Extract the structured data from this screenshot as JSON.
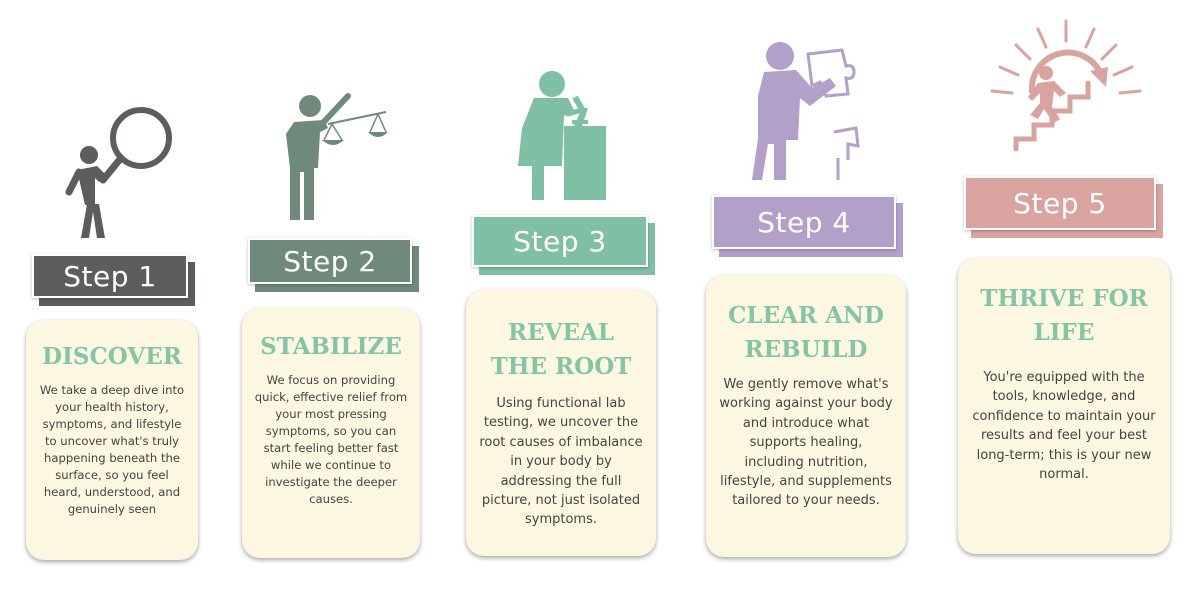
{
  "colors": {
    "card_bg": "#fbf7e1",
    "heading": "#86c4a8",
    "body_text": "#444444",
    "step1": "#5f5c60",
    "step2": "#6f8a7a",
    "step3": "#7fbfa4",
    "step4": "#b3a0c9",
    "step5": "#d9a39f"
  },
  "steps": [
    {
      "label": "Step 1",
      "title": "DISCOVER",
      "description": "We take a deep dive into your health history, symptoms, and lifestyle to uncover what's truly happening beneath the surface, so you feel heard, understood, and genuinely seen",
      "icon": "magnifying-glass-person-icon"
    },
    {
      "label": "Step 2",
      "title": "STABILIZE",
      "description": "We focus on providing quick, effective relief from your most pressing symptoms, so you can start feeling better fast while we continue to investigate the deeper causes.",
      "icon": "balance-scale-person-icon"
    },
    {
      "label": "Step 3",
      "title": "REVEAL THE ROOT",
      "description": "Using functional lab testing, we uncover the root causes of imbalance in your body by addressing the full picture, not just isolated symptoms.",
      "icon": "microscope-scientist-icon"
    },
    {
      "label": "Step 4",
      "title": "CLEAR AND REBUILD",
      "description": "We gently remove what's working against your body and introduce what supports healing, including nutrition, lifestyle, and supplements tailored to your needs.",
      "icon": "puzzle-person-icon"
    },
    {
      "label": "Step 5",
      "title": "THRIVE FOR LIFE",
      "description": "You're equipped with the tools, knowledge, and confidence to maintain your results and feel your best long-term; this is your new normal.",
      "icon": "climbing-stairs-sun-icon"
    }
  ]
}
